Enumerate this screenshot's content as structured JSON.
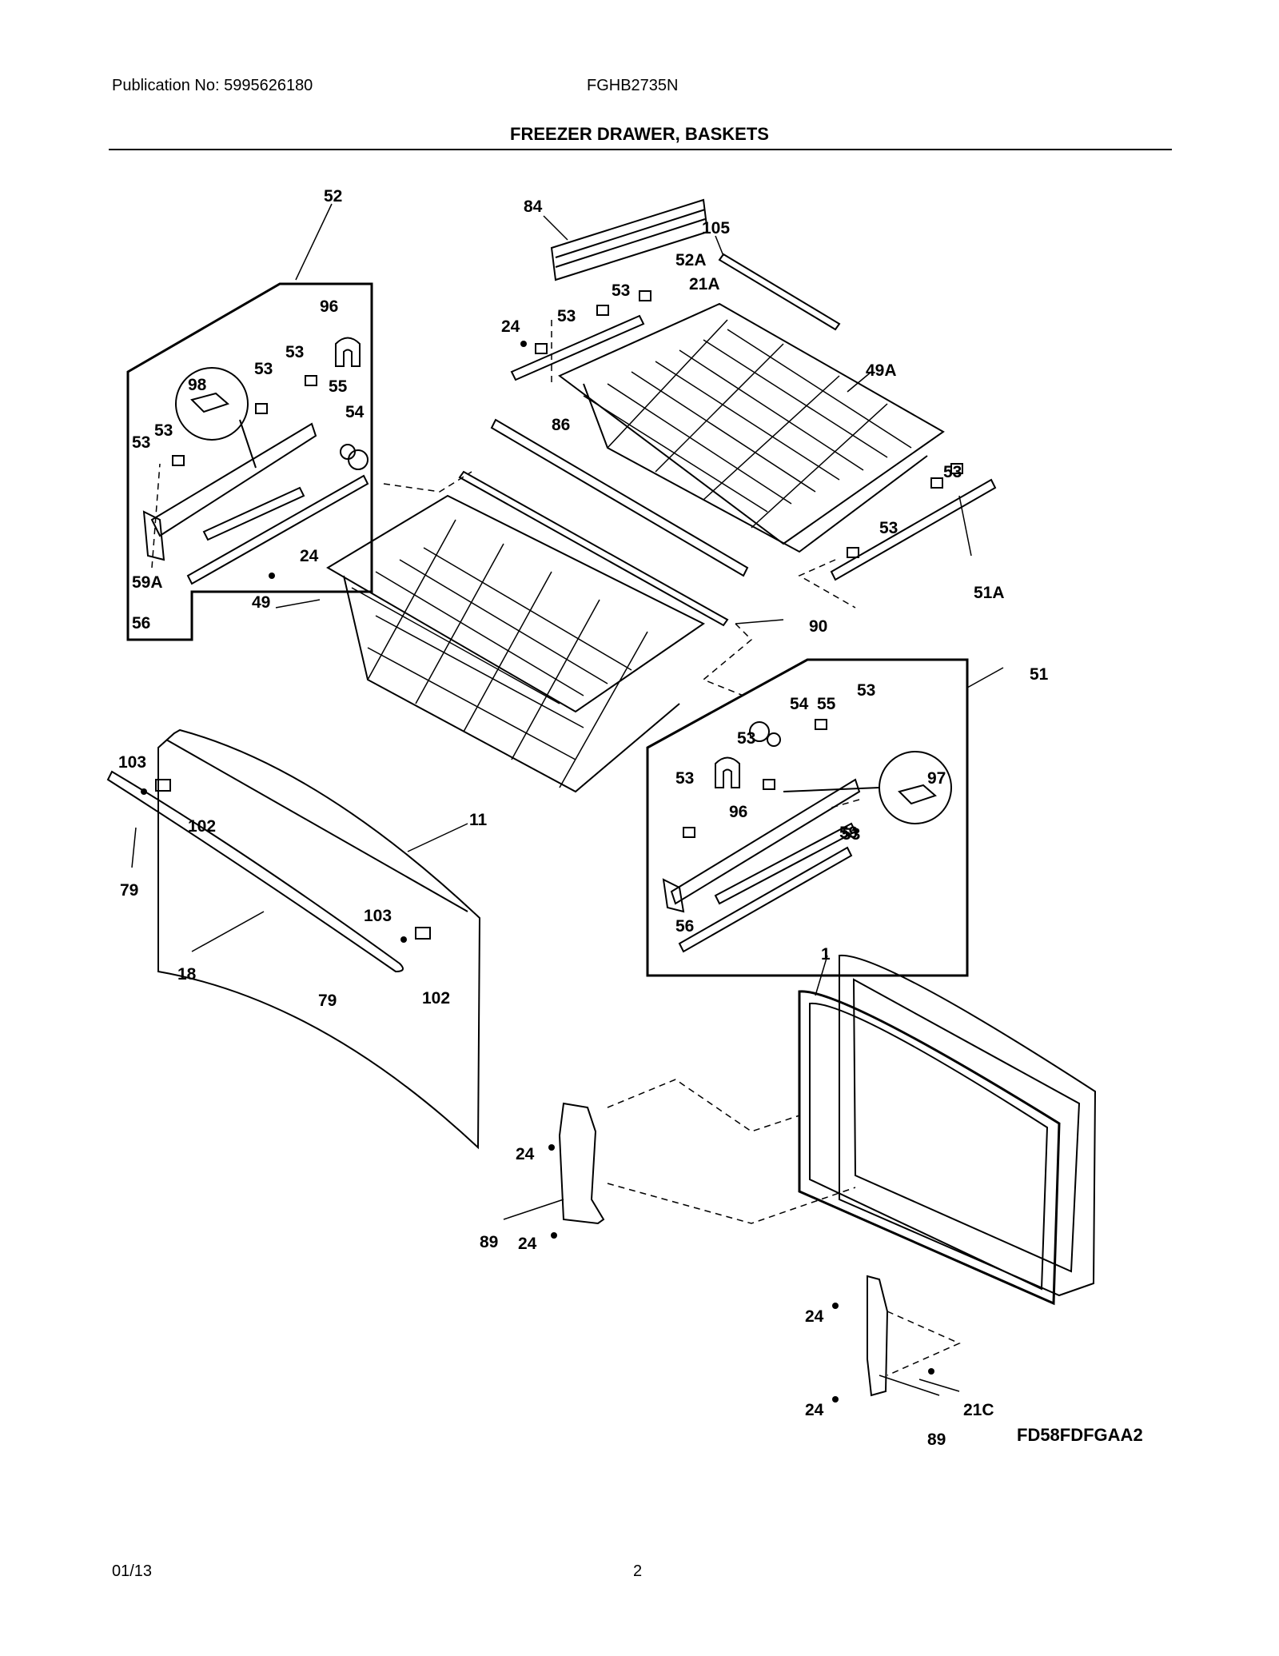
{
  "header": {
    "publication": "Publication No: 5995626180",
    "model": "FGHB2735N",
    "title": "FREEZER DRAWER, BASKETS"
  },
  "diagram": {
    "code": "FD58FDFGAA2",
    "part_labels": [
      "52",
      "96",
      "98",
      "53",
      "53",
      "53",
      "53",
      "55",
      "54",
      "59A",
      "24",
      "49",
      "56",
      "84",
      "105",
      "52A",
      "21A",
      "53",
      "53",
      "24",
      "86",
      "49A",
      "53",
      "53",
      "51A",
      "90",
      "51",
      "54",
      "55",
      "53",
      "53",
      "53",
      "96",
      "97",
      "53",
      "59",
      "56",
      "103",
      "102",
      "11",
      "79",
      "18",
      "103",
      "79",
      "102",
      "1",
      "24",
      "89",
      "24",
      "24",
      "21C",
      "24",
      "89"
    ]
  },
  "footer": {
    "date": "01/13",
    "page": "2"
  }
}
